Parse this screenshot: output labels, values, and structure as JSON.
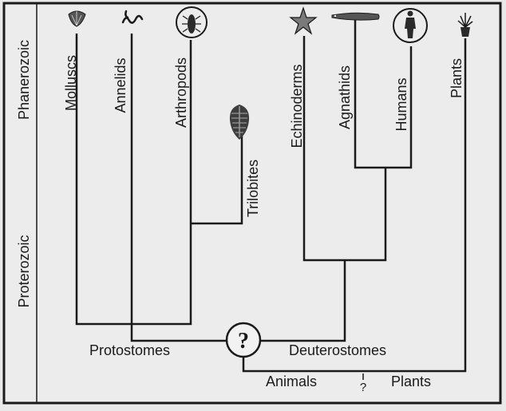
{
  "eras": {
    "phanerozoic": "Phanerozoic",
    "proterozoic": "Proterozoic"
  },
  "taxa": {
    "molluscs": "Molluscs",
    "annelids": "Annelids",
    "arthropods": "Arthropods",
    "trilobites": "Trilobites",
    "echinoderms": "Echinoderms",
    "agnathids": "Agnathids",
    "humans": "Humans",
    "plants_top": "Plants"
  },
  "groups": {
    "protostomes": "Protostomes",
    "deuterostomes": "Deuterostomes",
    "animals": "Animals",
    "plants": "Plants"
  },
  "markers": {
    "root_question": "?",
    "split_question": "?"
  },
  "icons": [
    "mollusc-shell-icon",
    "annelid-worm-icon",
    "arthropod-icon",
    "trilobite-icon",
    "starfish-icon",
    "agnathid-fish-icon",
    "human-figure-icon",
    "plant-icon"
  ],
  "colors": {
    "background": "#e9e9e9",
    "ink": "#1a1a1a"
  }
}
